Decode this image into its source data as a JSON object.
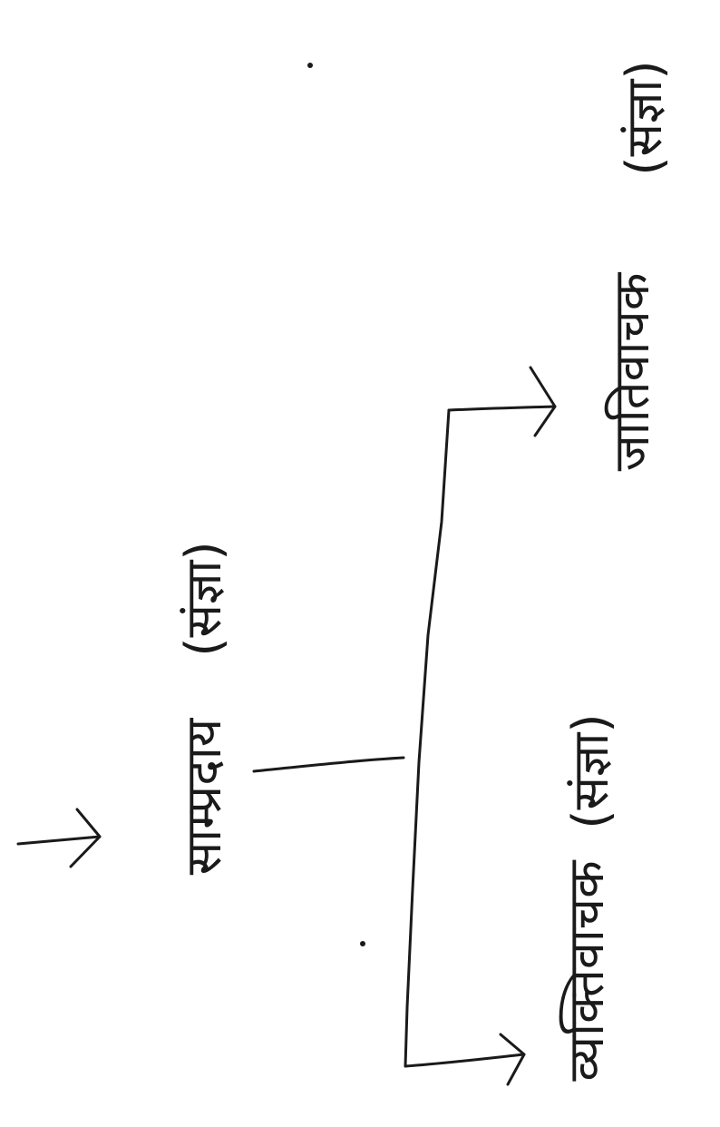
{
  "diagram": {
    "root": {
      "label": "साम्प्रदाय",
      "category": "(संज्ञा)"
    },
    "branches": [
      {
        "label": "व्यक्तिवाचक",
        "category": "(संज्ञा)"
      },
      {
        "label": "जातिवाचक",
        "category": "(संज्ञा)"
      }
    ]
  },
  "colors": {
    "ink": "#1a1a1a",
    "paper": "#ffffff"
  }
}
